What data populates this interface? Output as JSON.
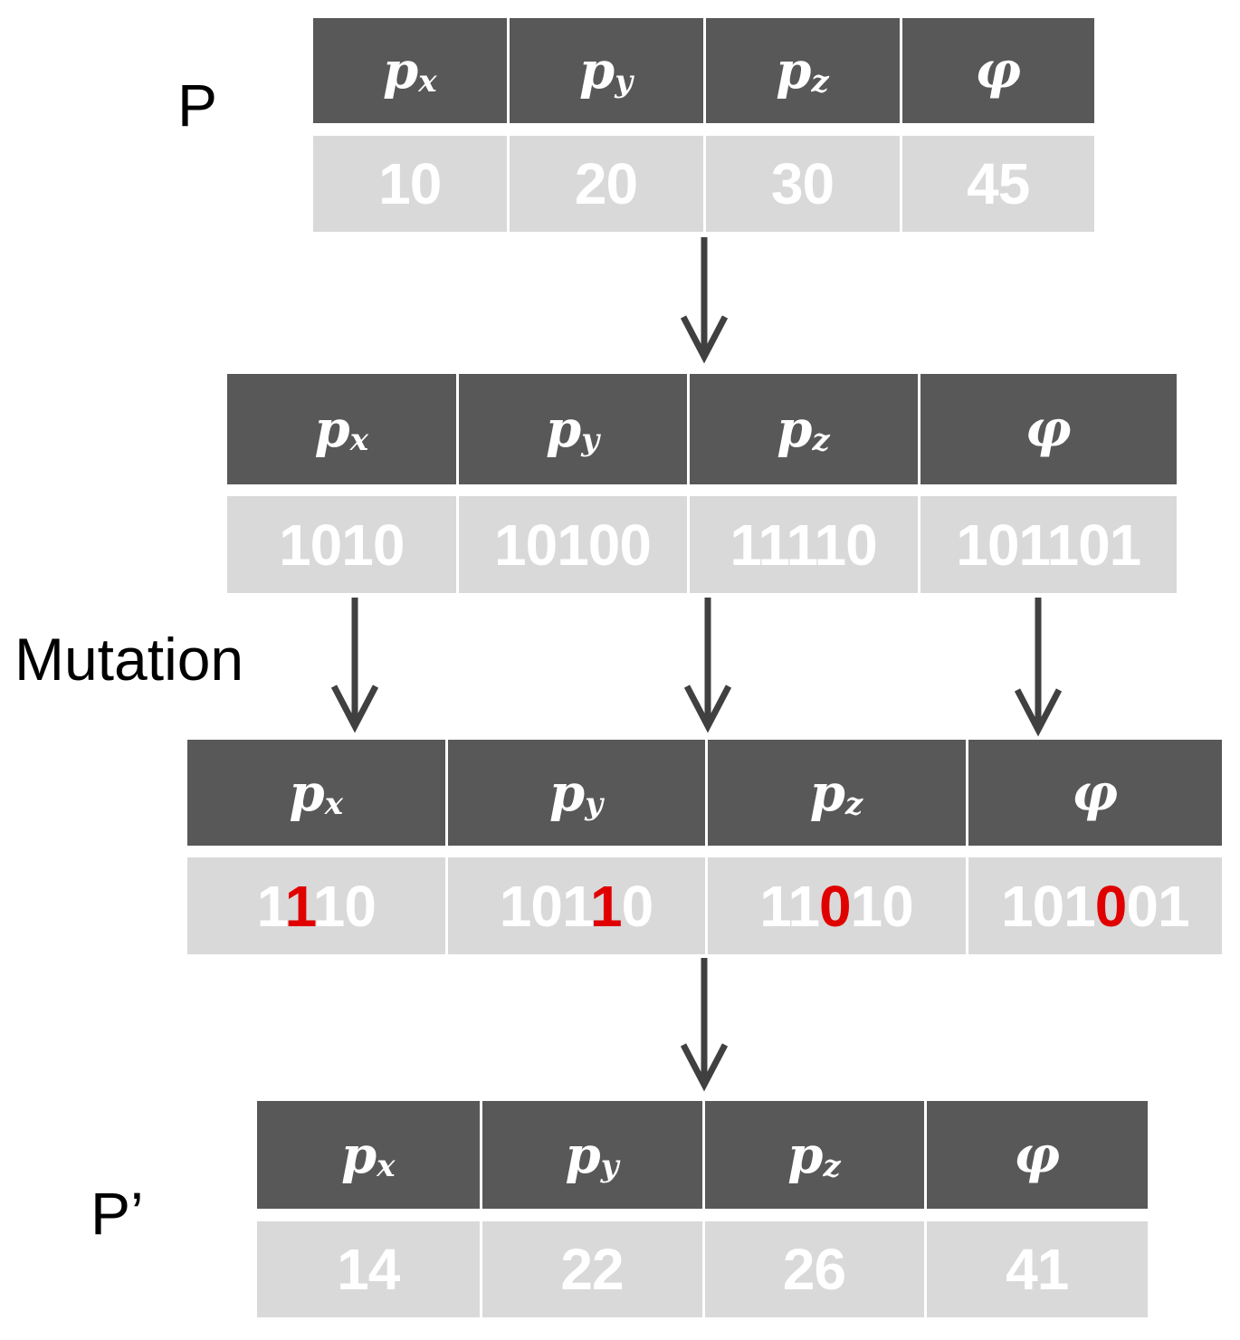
{
  "labels": {
    "p": "P",
    "mutation": "Mutation",
    "p_prime": "P’"
  },
  "colors": {
    "header_bg": "#585858",
    "value_bg": "#d9d9d9",
    "value_text": "#ffffff",
    "mutated_bit": "#e00000",
    "arrow": "#404040"
  },
  "tables": [
    {
      "id": "p-table",
      "headers": [
        {
          "main": "p",
          "sub": "x"
        },
        {
          "main": "p",
          "sub": "y"
        },
        {
          "main": "p",
          "sub": "z"
        },
        {
          "main": "φ",
          "sub": ""
        }
      ],
      "values": [
        [
          {
            "text": "10",
            "mutated": false
          }
        ],
        [
          {
            "text": "20",
            "mutated": false
          }
        ],
        [
          {
            "text": "30",
            "mutated": false
          }
        ],
        [
          {
            "text": "45",
            "mutated": false
          }
        ]
      ]
    },
    {
      "id": "binary-table",
      "headers": [
        {
          "main": "p",
          "sub": "x"
        },
        {
          "main": "p",
          "sub": "y"
        },
        {
          "main": "p",
          "sub": "z"
        },
        {
          "main": "φ",
          "sub": ""
        }
      ],
      "values": [
        [
          {
            "text": "1010",
            "mutated": false
          }
        ],
        [
          {
            "text": "10100",
            "mutated": false
          }
        ],
        [
          {
            "text": "11110",
            "mutated": false
          }
        ],
        [
          {
            "text": "101101",
            "mutated": false
          }
        ]
      ]
    },
    {
      "id": "mutated-table",
      "headers": [
        {
          "main": "p",
          "sub": "x"
        },
        {
          "main": "p",
          "sub": "y"
        },
        {
          "main": "p",
          "sub": "z"
        },
        {
          "main": "φ",
          "sub": ""
        }
      ],
      "values": [
        [
          {
            "text": "1",
            "mutated": false
          },
          {
            "text": "1",
            "mutated": true
          },
          {
            "text": "10",
            "mutated": false
          }
        ],
        [
          {
            "text": "101",
            "mutated": false
          },
          {
            "text": "1",
            "mutated": true
          },
          {
            "text": "0",
            "mutated": false
          }
        ],
        [
          {
            "text": "11",
            "mutated": false
          },
          {
            "text": "0",
            "mutated": true
          },
          {
            "text": "10",
            "mutated": false
          }
        ],
        [
          {
            "text": "101",
            "mutated": false
          },
          {
            "text": "0",
            "mutated": true
          },
          {
            "text": "01",
            "mutated": false
          }
        ]
      ]
    },
    {
      "id": "p-prime-table",
      "headers": [
        {
          "main": "p",
          "sub": "x"
        },
        {
          "main": "p",
          "sub": "y"
        },
        {
          "main": "p",
          "sub": "z"
        },
        {
          "main": "φ",
          "sub": ""
        }
      ],
      "values": [
        [
          {
            "text": "14",
            "mutated": false
          }
        ],
        [
          {
            "text": "22",
            "mutated": false
          }
        ],
        [
          {
            "text": "26",
            "mutated": false
          }
        ],
        [
          {
            "text": "41",
            "mutated": false
          }
        ]
      ]
    }
  ]
}
